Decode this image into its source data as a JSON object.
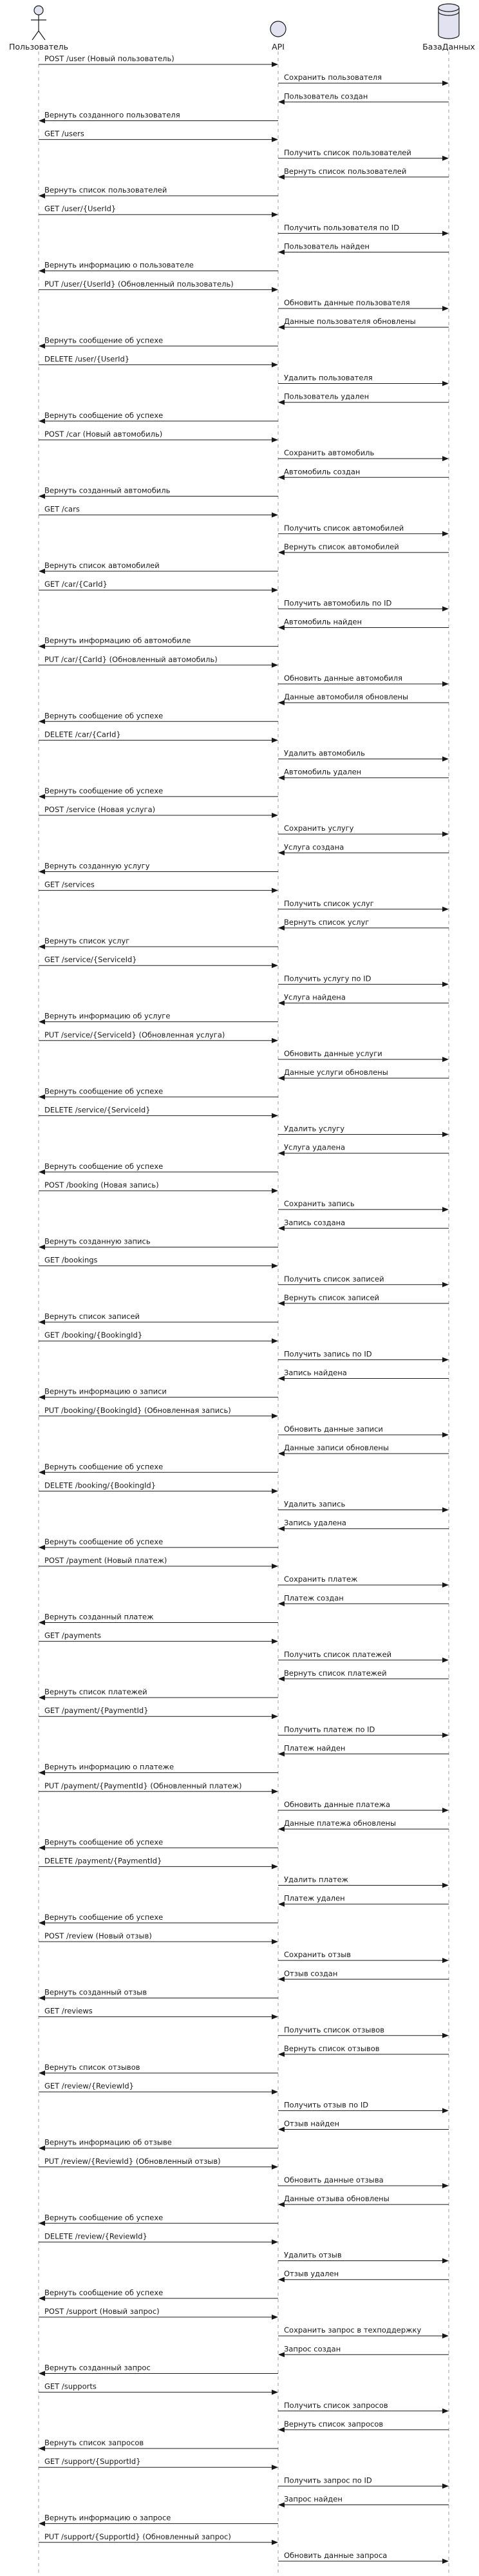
{
  "participants": [
    {
      "id": "user",
      "label": "Пользователь",
      "kind": "actor"
    },
    {
      "id": "api",
      "label": "API",
      "kind": "participant"
    },
    {
      "id": "db",
      "label": "БазаДанных",
      "kind": "database"
    }
  ],
  "messages": [
    {
      "from": "user",
      "to": "api",
      "text": "POST /user (Новый пользователь)"
    },
    {
      "from": "api",
      "to": "db",
      "text": "Сохранить пользователя"
    },
    {
      "from": "db",
      "to": "api",
      "text": "Пользователь создан"
    },
    {
      "from": "api",
      "to": "user",
      "text": "Вернуть созданного пользователя"
    },
    {
      "from": "user",
      "to": "api",
      "text": "GET /users"
    },
    {
      "from": "api",
      "to": "db",
      "text": "Получить список пользователей"
    },
    {
      "from": "db",
      "to": "api",
      "text": "Вернуть список пользователей"
    },
    {
      "from": "api",
      "to": "user",
      "text": "Вернуть список пользователей"
    },
    {
      "from": "user",
      "to": "api",
      "text": "GET /user/{UserId}"
    },
    {
      "from": "api",
      "to": "db",
      "text": "Получить пользователя по ID"
    },
    {
      "from": "db",
      "to": "api",
      "text": "Пользователь найден"
    },
    {
      "from": "api",
      "to": "user",
      "text": "Вернуть информацию о пользователе"
    },
    {
      "from": "user",
      "to": "api",
      "text": "PUT /user/{UserId} (Обновленный пользователь)"
    },
    {
      "from": "api",
      "to": "db",
      "text": "Обновить данные пользователя"
    },
    {
      "from": "db",
      "to": "api",
      "text": "Данные пользователя обновлены"
    },
    {
      "from": "api",
      "to": "user",
      "text": "Вернуть сообщение об успехе"
    },
    {
      "from": "user",
      "to": "api",
      "text": "DELETE /user/{UserId}"
    },
    {
      "from": "api",
      "to": "db",
      "text": "Удалить пользователя"
    },
    {
      "from": "db",
      "to": "api",
      "text": "Пользователь удален"
    },
    {
      "from": "api",
      "to": "user",
      "text": "Вернуть сообщение об успехе"
    },
    {
      "from": "user",
      "to": "api",
      "text": "POST /car (Новый автомобиль)"
    },
    {
      "from": "api",
      "to": "db",
      "text": "Сохранить автомобиль"
    },
    {
      "from": "db",
      "to": "api",
      "text": "Автомобиль создан"
    },
    {
      "from": "api",
      "to": "user",
      "text": "Вернуть созданный автомобиль"
    },
    {
      "from": "user",
      "to": "api",
      "text": "GET /cars"
    },
    {
      "from": "api",
      "to": "db",
      "text": "Получить список автомобилей"
    },
    {
      "from": "db",
      "to": "api",
      "text": "Вернуть список автомобилей"
    },
    {
      "from": "api",
      "to": "user",
      "text": "Вернуть список автомобилей"
    },
    {
      "from": "user",
      "to": "api",
      "text": "GET /car/{CarId}"
    },
    {
      "from": "api",
      "to": "db",
      "text": "Получить автомобиль по ID"
    },
    {
      "from": "db",
      "to": "api",
      "text": "Автомобиль найден"
    },
    {
      "from": "api",
      "to": "user",
      "text": "Вернуть информацию об автомобиле"
    },
    {
      "from": "user",
      "to": "api",
      "text": "PUT /car/{CarId} (Обновленный автомобиль)"
    },
    {
      "from": "api",
      "to": "db",
      "text": "Обновить данные автомобиля"
    },
    {
      "from": "db",
      "to": "api",
      "text": "Данные автомобиля обновлены"
    },
    {
      "from": "api",
      "to": "user",
      "text": "Вернуть сообщение об успехе"
    },
    {
      "from": "user",
      "to": "api",
      "text": "DELETE /car/{CarId}"
    },
    {
      "from": "api",
      "to": "db",
      "text": "Удалить автомобиль"
    },
    {
      "from": "db",
      "to": "api",
      "text": "Автомобиль удален"
    },
    {
      "from": "api",
      "to": "user",
      "text": "Вернуть сообщение об успехе"
    },
    {
      "from": "user",
      "to": "api",
      "text": "POST /service (Новая услуга)"
    },
    {
      "from": "api",
      "to": "db",
      "text": "Сохранить услугу"
    },
    {
      "from": "db",
      "to": "api",
      "text": "Услуга создана"
    },
    {
      "from": "api",
      "to": "user",
      "text": "Вернуть созданную услугу"
    },
    {
      "from": "user",
      "to": "api",
      "text": "GET /services"
    },
    {
      "from": "api",
      "to": "db",
      "text": "Получить список услуг"
    },
    {
      "from": "db",
      "to": "api",
      "text": "Вернуть список услуг"
    },
    {
      "from": "api",
      "to": "user",
      "text": "Вернуть список услуг"
    },
    {
      "from": "user",
      "to": "api",
      "text": "GET /service/{ServiceId}"
    },
    {
      "from": "api",
      "to": "db",
      "text": "Получить услугу по ID"
    },
    {
      "from": "db",
      "to": "api",
      "text": "Услуга найдена"
    },
    {
      "from": "api",
      "to": "user",
      "text": "Вернуть информацию об услуге"
    },
    {
      "from": "user",
      "to": "api",
      "text": "PUT /service/{ServiceId} (Обновленная услуга)"
    },
    {
      "from": "api",
      "to": "db",
      "text": "Обновить данные услуги"
    },
    {
      "from": "db",
      "to": "api",
      "text": "Данные услуги обновлены"
    },
    {
      "from": "api",
      "to": "user",
      "text": "Вернуть сообщение об успехе"
    },
    {
      "from": "user",
      "to": "api",
      "text": "DELETE /service/{ServiceId}"
    },
    {
      "from": "api",
      "to": "db",
      "text": "Удалить услугу"
    },
    {
      "from": "db",
      "to": "api",
      "text": "Услуга удалена"
    },
    {
      "from": "api",
      "to": "user",
      "text": "Вернуть сообщение об успехе"
    },
    {
      "from": "user",
      "to": "api",
      "text": "POST /booking (Новая запись)"
    },
    {
      "from": "api",
      "to": "db",
      "text": "Сохранить запись"
    },
    {
      "from": "db",
      "to": "api",
      "text": "Запись создана"
    },
    {
      "from": "api",
      "to": "user",
      "text": "Вернуть созданную запись"
    },
    {
      "from": "user",
      "to": "api",
      "text": "GET /bookings"
    },
    {
      "from": "api",
      "to": "db",
      "text": "Получить список записей"
    },
    {
      "from": "db",
      "to": "api",
      "text": "Вернуть список записей"
    },
    {
      "from": "api",
      "to": "user",
      "text": "Вернуть список записей"
    },
    {
      "from": "user",
      "to": "api",
      "text": "GET /booking/{BookingId}"
    },
    {
      "from": "api",
      "to": "db",
      "text": "Получить запись по ID"
    },
    {
      "from": "db",
      "to": "api",
      "text": "Запись найдена"
    },
    {
      "from": "api",
      "to": "user",
      "text": "Вернуть информацию о записи"
    },
    {
      "from": "user",
      "to": "api",
      "text": "PUT /booking/{BookingId} (Обновленная запись)"
    },
    {
      "from": "api",
      "to": "db",
      "text": "Обновить данные записи"
    },
    {
      "from": "db",
      "to": "api",
      "text": "Данные записи обновлены"
    },
    {
      "from": "api",
      "to": "user",
      "text": "Вернуть сообщение об успехе"
    },
    {
      "from": "user",
      "to": "api",
      "text": "DELETE /booking/{BookingId}"
    },
    {
      "from": "api",
      "to": "db",
      "text": "Удалить запись"
    },
    {
      "from": "db",
      "to": "api",
      "text": "Запись удалена"
    },
    {
      "from": "api",
      "to": "user",
      "text": "Вернуть сообщение об успехе"
    },
    {
      "from": "user",
      "to": "api",
      "text": "POST /payment (Новый платеж)"
    },
    {
      "from": "api",
      "to": "db",
      "text": "Сохранить платеж"
    },
    {
      "from": "db",
      "to": "api",
      "text": "Платеж создан"
    },
    {
      "from": "api",
      "to": "user",
      "text": "Вернуть созданный платеж"
    },
    {
      "from": "user",
      "to": "api",
      "text": "GET /payments"
    },
    {
      "from": "api",
      "to": "db",
      "text": "Получить список платежей"
    },
    {
      "from": "db",
      "to": "api",
      "text": "Вернуть список платежей"
    },
    {
      "from": "api",
      "to": "user",
      "text": "Вернуть список платежей"
    },
    {
      "from": "user",
      "to": "api",
      "text": "GET /payment/{PaymentId}"
    },
    {
      "from": "api",
      "to": "db",
      "text": "Получить платеж по ID"
    },
    {
      "from": "db",
      "to": "api",
      "text": "Платеж найден"
    },
    {
      "from": "api",
      "to": "user",
      "text": "Вернуть информацию о платеже"
    },
    {
      "from": "user",
      "to": "api",
      "text": "PUT /payment/{PaymentId} (Обновленный платеж)"
    },
    {
      "from": "api",
      "to": "db",
      "text": "Обновить данные платежа"
    },
    {
      "from": "db",
      "to": "api",
      "text": "Данные платежа обновлены"
    },
    {
      "from": "api",
      "to": "user",
      "text": "Вернуть сообщение об успехе"
    },
    {
      "from": "user",
      "to": "api",
      "text": "DELETE /payment/{PaymentId}"
    },
    {
      "from": "api",
      "to": "db",
      "text": "Удалить платеж"
    },
    {
      "from": "db",
      "to": "api",
      "text": "Платеж удален"
    },
    {
      "from": "api",
      "to": "user",
      "text": "Вернуть сообщение об успехе"
    },
    {
      "from": "user",
      "to": "api",
      "text": "POST /review (Новый отзыв)"
    },
    {
      "from": "api",
      "to": "db",
      "text": "Сохранить отзыв"
    },
    {
      "from": "db",
      "to": "api",
      "text": "Отзыв создан"
    },
    {
      "from": "api",
      "to": "user",
      "text": "Вернуть созданный отзыв"
    },
    {
      "from": "user",
      "to": "api",
      "text": "GET /reviews"
    },
    {
      "from": "api",
      "to": "db",
      "text": "Получить список отзывов"
    },
    {
      "from": "db",
      "to": "api",
      "text": "Вернуть список отзывов"
    },
    {
      "from": "api",
      "to": "user",
      "text": "Вернуть список отзывов"
    },
    {
      "from": "user",
      "to": "api",
      "text": "GET /review/{ReviewId}"
    },
    {
      "from": "api",
      "to": "db",
      "text": "Получить отзыв по ID"
    },
    {
      "from": "db",
      "to": "api",
      "text": "Отзыв найден"
    },
    {
      "from": "api",
      "to": "user",
      "text": "Вернуть информацию об отзыве"
    },
    {
      "from": "user",
      "to": "api",
      "text": "PUT /review/{ReviewId} (Обновленный отзыв)"
    },
    {
      "from": "api",
      "to": "db",
      "text": "Обновить данные отзыва"
    },
    {
      "from": "db",
      "to": "api",
      "text": "Данные отзыва обновлены"
    },
    {
      "from": "api",
      "to": "user",
      "text": "Вернуть сообщение об успехе"
    },
    {
      "from": "user",
      "to": "api",
      "text": "DELETE /review/{ReviewId}"
    },
    {
      "from": "api",
      "to": "db",
      "text": "Удалить отзыв"
    },
    {
      "from": "db",
      "to": "api",
      "text": "Отзыв удален"
    },
    {
      "from": "api",
      "to": "user",
      "text": "Вернуть сообщение об успехе"
    },
    {
      "from": "user",
      "to": "api",
      "text": "POST /support (Новый запрос)"
    },
    {
      "from": "api",
      "to": "db",
      "text": "Сохранить запрос в техподдержку"
    },
    {
      "from": "db",
      "to": "api",
      "text": "Запрос создан"
    },
    {
      "from": "api",
      "to": "user",
      "text": "Вернуть созданный запрос"
    },
    {
      "from": "user",
      "to": "api",
      "text": "GET /supports"
    },
    {
      "from": "api",
      "to": "db",
      "text": "Получить список запросов"
    },
    {
      "from": "db",
      "to": "api",
      "text": "Вернуть список запросов"
    },
    {
      "from": "api",
      "to": "user",
      "text": "Вернуть список запросов"
    },
    {
      "from": "user",
      "to": "api",
      "text": "GET /support/{SupportId}"
    },
    {
      "from": "api",
      "to": "db",
      "text": "Получить запрос по ID"
    },
    {
      "from": "db",
      "to": "api",
      "text": "Запрос найден"
    },
    {
      "from": "api",
      "to": "user",
      "text": "Вернуть информацию о запросе"
    },
    {
      "from": "user",
      "to": "api",
      "text": "PUT /support/{SupportId} (Обновленный запрос)"
    },
    {
      "from": "api",
      "to": "db",
      "text": "Обновить данные запроса"
    }
  ]
}
